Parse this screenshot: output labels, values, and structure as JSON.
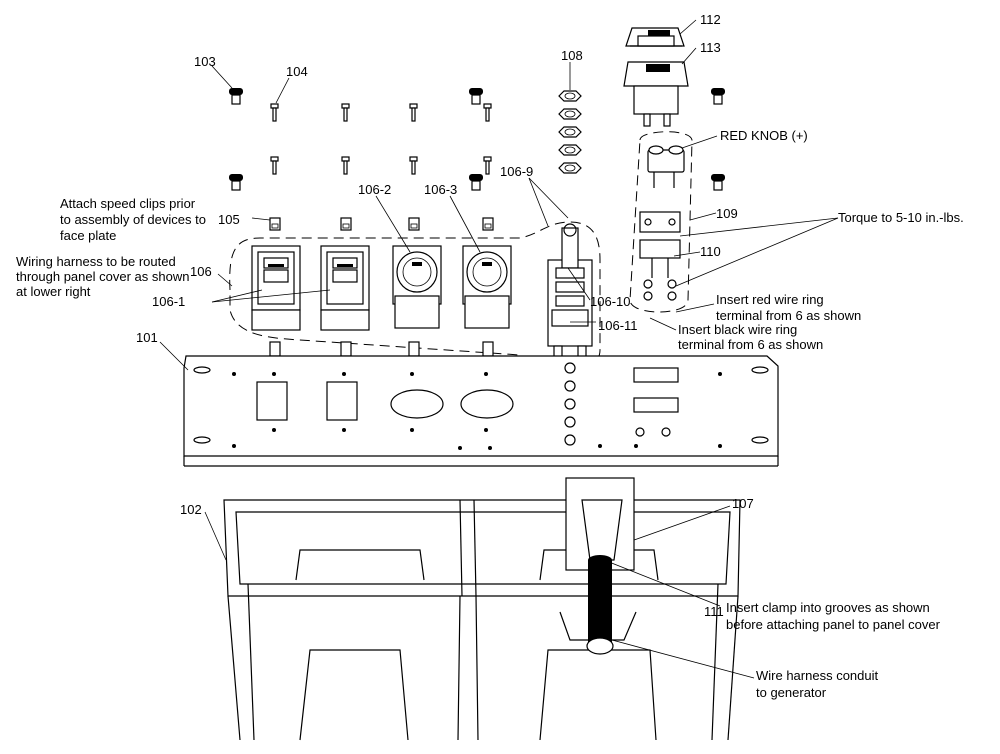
{
  "labels": {
    "p101": "101",
    "p102": "102",
    "p103": "103",
    "p104": "104",
    "p105": "105",
    "p106": "106",
    "p106_1": "106-1",
    "p106_2": "106-2",
    "p106_3": "106-3",
    "p106_9": "106-9",
    "p106_10": "106-10",
    "p106_11": "106-11",
    "p107": "107",
    "p108": "108",
    "p109": "109",
    "p110": "110",
    "p111": "111",
    "p112": "112",
    "p113": "113"
  },
  "notes": {
    "speed_clips": [
      "Attach speed clips prior",
      "to assembly of devices to",
      "face plate"
    ],
    "wiring_harness": [
      "Wiring harness to be routed",
      "through panel cover as shown",
      "at lower right"
    ],
    "red_knob": "RED KNOB (+)",
    "torque": "Torque to 5-10 in.-lbs.",
    "red_wire": [
      "Insert red wire ring",
      "terminal from 6 as shown"
    ],
    "black_wire": [
      "Insert black wire ring",
      "terminal from 6 as shown"
    ],
    "clamp": [
      "Insert clamp into grooves as shown",
      "before attaching panel to panel cover"
    ],
    "conduit": [
      "Wire harness conduit",
      "to generator"
    ]
  }
}
